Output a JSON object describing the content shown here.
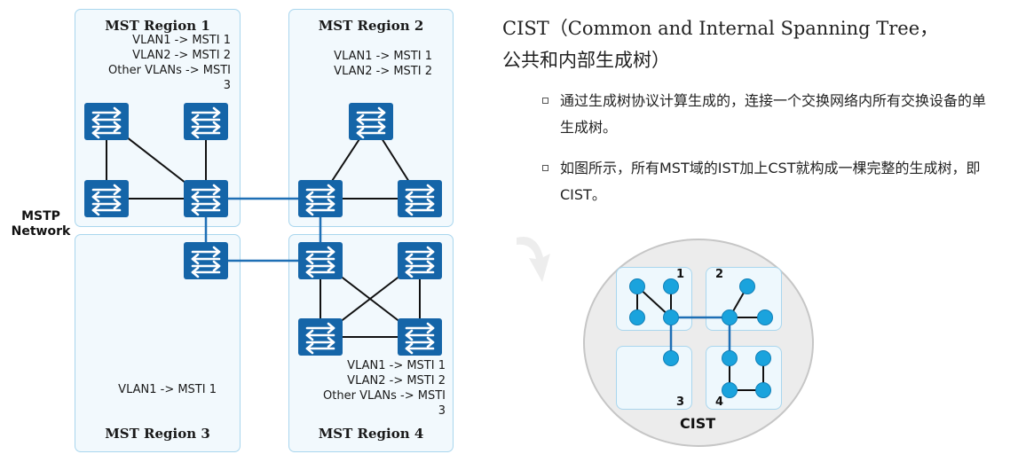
{
  "regions": {
    "r1": {
      "title": "MST Region 1",
      "lines": [
        "VLAN1 -> MSTI 1",
        "VLAN2 -> MSTI 2",
        "Other VLANs -> MSTI",
        "3"
      ]
    },
    "r2": {
      "title": "MST Region 2",
      "lines": [
        "VLAN1 -> MSTI 1",
        "VLAN2 -> MSTI 2"
      ]
    },
    "r3": {
      "title": "MST Region 3",
      "lines": [
        "VLAN1 -> MSTI 1"
      ]
    },
    "r4": {
      "title": "MST Region 4",
      "lines": [
        "VLAN1 -> MSTI 1",
        "VLAN2 -> MSTI 2",
        "Other VLANs -> MSTI",
        "3"
      ]
    }
  },
  "network_label": [
    "MSTP",
    "Network"
  ],
  "cist": {
    "title_line1": "CIST（Common and Internal Spanning Tree，",
    "title_line2": "公共和内部生成树）",
    "bullets": [
      "通过生成树协议计算生成的，连接一个交换网络内所有交换设备的单生成树。",
      "如图所示，所有MST域的IST加上CST就构成一棵完整的生成树，即CIST。"
    ],
    "box_numbers": [
      "1",
      "2",
      "3",
      "4"
    ],
    "caption": "CIST"
  },
  "colors": {
    "switch": "#1565a8",
    "link": "#1e6fb5",
    "node": "#1aa3dd",
    "region_fill": "#f2f9fd",
    "region_border": "#a9d6ee"
  },
  "icons": {
    "switch": "switch-icon"
  }
}
